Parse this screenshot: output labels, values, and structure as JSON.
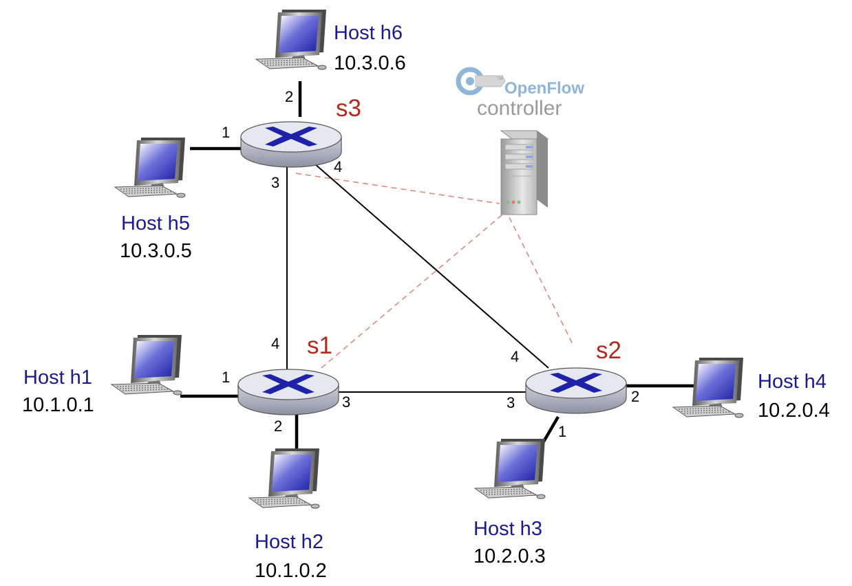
{
  "hosts": {
    "h1": {
      "name": "Host h1",
      "ip": "10.1.0.1"
    },
    "h2": {
      "name": "Host h2",
      "ip": "10.1.0.2"
    },
    "h3": {
      "name": "Host h3",
      "ip": "10.2.0.3"
    },
    "h4": {
      "name": "Host h4",
      "ip": "10.2.0.4"
    },
    "h5": {
      "name": "Host h5",
      "ip": "10.3.0.5"
    },
    "h6": {
      "name": "Host h6",
      "ip": "10.3.0.6"
    }
  },
  "switches": {
    "s1": {
      "label": "s1"
    },
    "s2": {
      "label": "s2"
    },
    "s3": {
      "label": "s3"
    }
  },
  "ports": {
    "s1_h1": "1",
    "s1_h2": "2",
    "s1_s2": "3",
    "s1_s3": "4",
    "s2_h3": "1",
    "s2_h4": "2",
    "s2_s1": "3",
    "s2_s3": "4",
    "s3_h5": "1",
    "s3_h6": "2",
    "s3_s1": "3",
    "s3_s2": "4"
  },
  "controller": {
    "brand": "OpenFlow",
    "trademark": "TM",
    "label": "controller"
  },
  "colors": {
    "host_name": "#1a1a8c",
    "switch_label": "#b22a1e",
    "control_link": "#d9897e",
    "switch_body": "#e6e8f0",
    "switch_mark": "#1e22a8"
  },
  "icons": {
    "host": "desktop-computer-icon",
    "switch": "router-switch-icon",
    "controller": "server-tower-icon",
    "logo": "openflow-logo"
  }
}
